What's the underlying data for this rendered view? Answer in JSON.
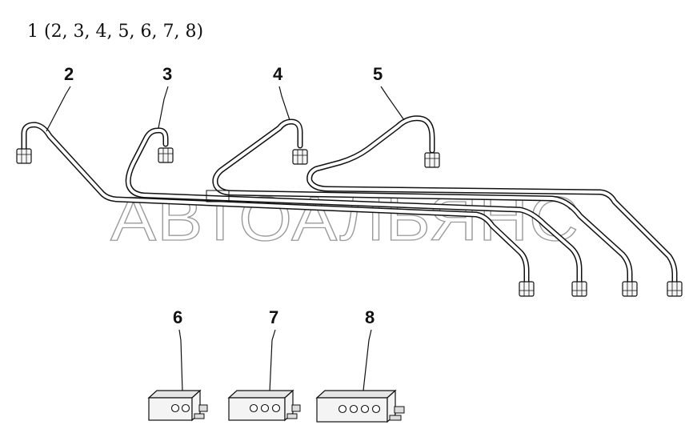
{
  "assembly_label": "1 (2, 3, 4, 5, 6, 7, 8)",
  "callouts": {
    "pipe_2": "2",
    "pipe_3": "3",
    "pipe_4": "4",
    "pipe_5": "5",
    "clamp_6": "6",
    "clamp_7": "7",
    "clamp_8": "8"
  },
  "watermark": "АВТОАЛЬЯНС"
}
